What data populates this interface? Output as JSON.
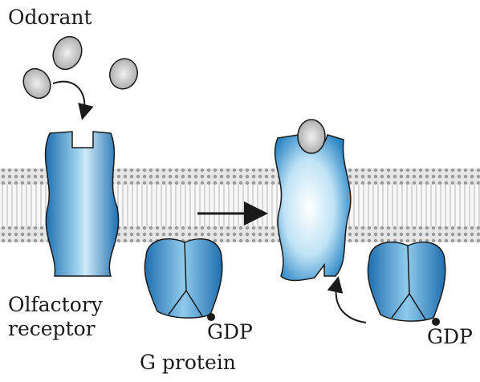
{
  "labels": {
    "odorant": "Odorant",
    "receptor_line1": "Olfactory",
    "receptor_line2": "receptor",
    "gdp_left": "GDP",
    "g_protein": "G protein",
    "gdp_right": "GDP"
  },
  "colors": {
    "protein_dark": "#1e7fc0",
    "protein_light": "#d6eefa",
    "membrane": "#bdbdbd",
    "odorant": "#c8c8c8",
    "outline": "#1a1a1a"
  }
}
